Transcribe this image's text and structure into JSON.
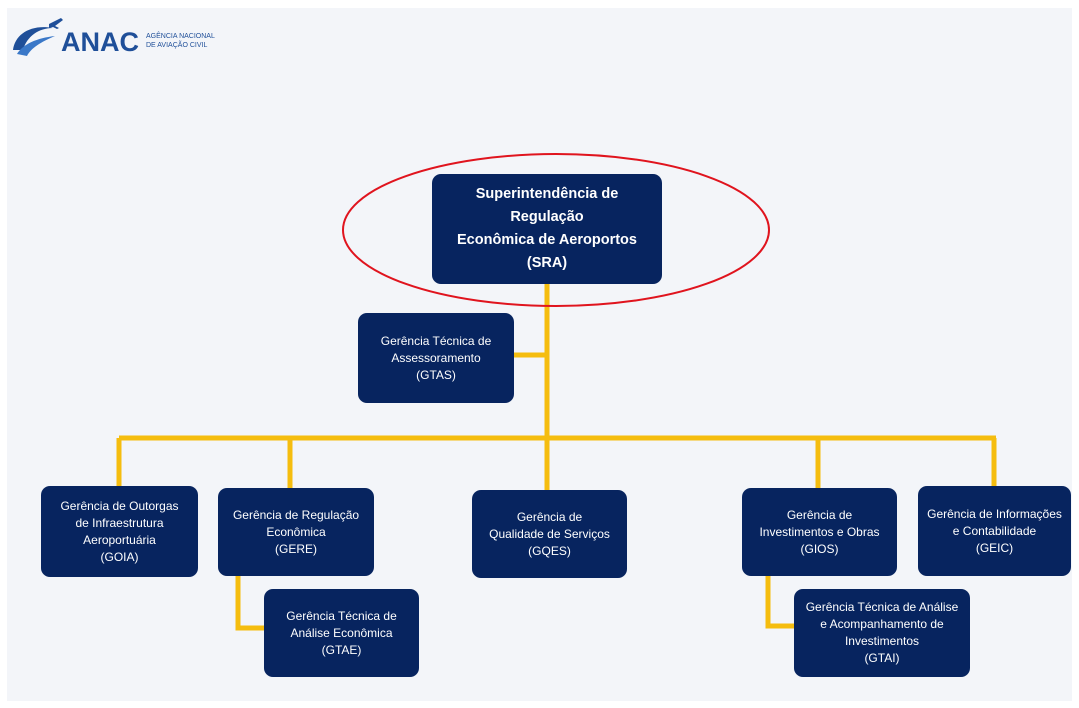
{
  "logo": {
    "name": "ANAC",
    "subtitle_line1": "AGÊNCIA NACIONAL",
    "subtitle_line2": "DE AVIAÇÃO CIVIL"
  },
  "colors": {
    "box_fill": "#07245f",
    "connector": "#f5bd0f",
    "highlight_ellipse": "#e0141e",
    "background": "#f3f5f9",
    "logo_blue": "#1f4f99"
  },
  "org": {
    "sra": {
      "lines": [
        "Superintendência de Regulação",
        "Econômica de Aeroportos",
        "(SRA)"
      ]
    },
    "gtas": {
      "lines": [
        "Gerência Técnica de",
        "Assessoramento",
        "(GTAS)"
      ]
    },
    "goia": {
      "lines": [
        "Gerência de Outorgas",
        "de Infraestrutura",
        "Aeroportuária",
        "(GOIA)"
      ]
    },
    "gere": {
      "lines": [
        "Gerência de Regulação",
        "Econômica",
        "(GERE)"
      ]
    },
    "gqes": {
      "lines": [
        "Gerência de",
        "Qualidade de Serviços",
        "(GQES)"
      ]
    },
    "gios": {
      "lines": [
        "Gerência de",
        "Investimentos e Obras",
        "(GIOS)"
      ]
    },
    "geic": {
      "lines": [
        "Gerência de Informações",
        "e Contabilidade",
        "(GEIC)"
      ]
    },
    "gtae": {
      "lines": [
        "Gerência Técnica de",
        "Análise Econômica",
        "(GTAE)"
      ]
    },
    "gtai": {
      "lines": [
        "Gerência Técnica de Análise",
        "e Acompanhamento de",
        "Investimentos",
        "(GTAI)"
      ]
    }
  }
}
